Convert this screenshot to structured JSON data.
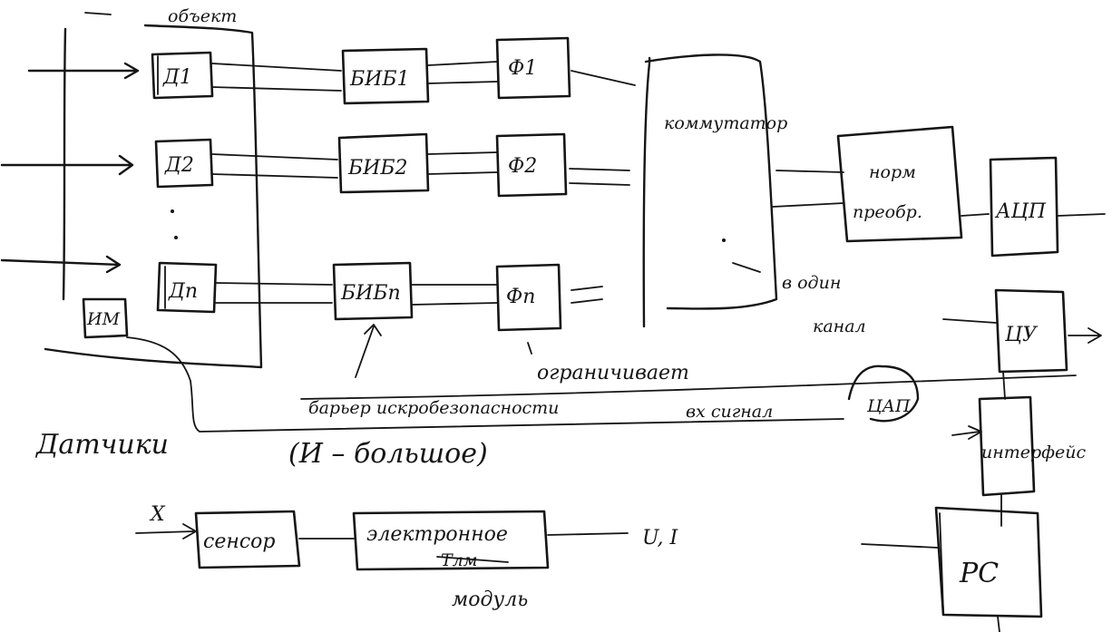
{
  "object_label": "объект",
  "sensors": {
    "d1": "Д1",
    "d2": "Д2",
    "dn": "Дn"
  },
  "bib": {
    "b1": "БИБ1",
    "b2": "БИБ2",
    "bn": "БИБn"
  },
  "filters": {
    "f1": "Ф1",
    "f2": "Ф2",
    "fn": "Фn"
  },
  "im_label": "ИМ",
  "commutator_label": "коммутатор",
  "norm_converter": {
    "line1": "норм",
    "line2": "преобр."
  },
  "acp_label": "АЦП",
  "to_one_channel": {
    "line1": "в один",
    "line2": "канал"
  },
  "cu_label": "ЦУ",
  "dap_label": "ЦАП",
  "interface_label": "интерфейс",
  "pc_label": "PC",
  "annotation_limiter": "ограничивает",
  "annotation_barrier": "барьер искробезопасности",
  "annotation_input_signal": "вх сигнал",
  "sensors_heading": "Датчики",
  "sensors_note": "(И – большое)",
  "sensor_chain": {
    "input": "X",
    "sensor": "сенсор",
    "electronic_module_line1": "электронное",
    "electronic_module_line2": "модуль",
    "electronic_module_strike": "Тлм",
    "output": "U, I"
  }
}
